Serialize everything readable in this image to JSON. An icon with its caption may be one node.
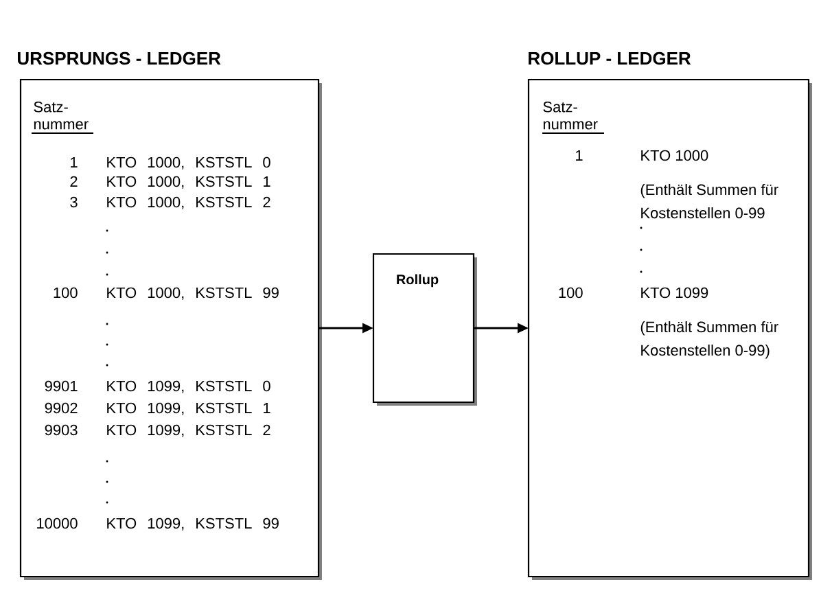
{
  "diagram": {
    "nodes": [
      {
        "text": [
          "URSPRUNGS - LEDGER",
          "Satz- nummer",
          "1",
          "KTO 1000, KSTSTL 0",
          "2",
          "KTO 1000, KSTSTL 1",
          "3",
          "KTO 1000, KSTSTL 2",
          "100",
          "KTO 1000, KSTSTL 99",
          "9901",
          "KTO 1099, KSTSTL 0",
          "9902",
          "KTO 1099, KSTSTL 1",
          "9903",
          "KTO 1099, KSTSTL 2",
          "10000",
          "KTO 1099, KSTSTL 99"
        ]
      },
      {
        "text": [
          "Rollup"
        ]
      },
      {
        "text": [
          "ROLLUP - LEDGER",
          "Satz- nummer",
          "1",
          "KTO 1000",
          "(Enthält Summen für Kostenstellen 0-99",
          "100",
          "KTO 1099",
          "(Enthält Summen für Kostenstellen 0-99)"
        ]
      }
    ],
    "edges": [
      {
        "from": 0,
        "to": 1,
        "arrow": "to"
      },
      {
        "from": 1,
        "to": 2,
        "arrow": "to"
      }
    ]
  }
}
